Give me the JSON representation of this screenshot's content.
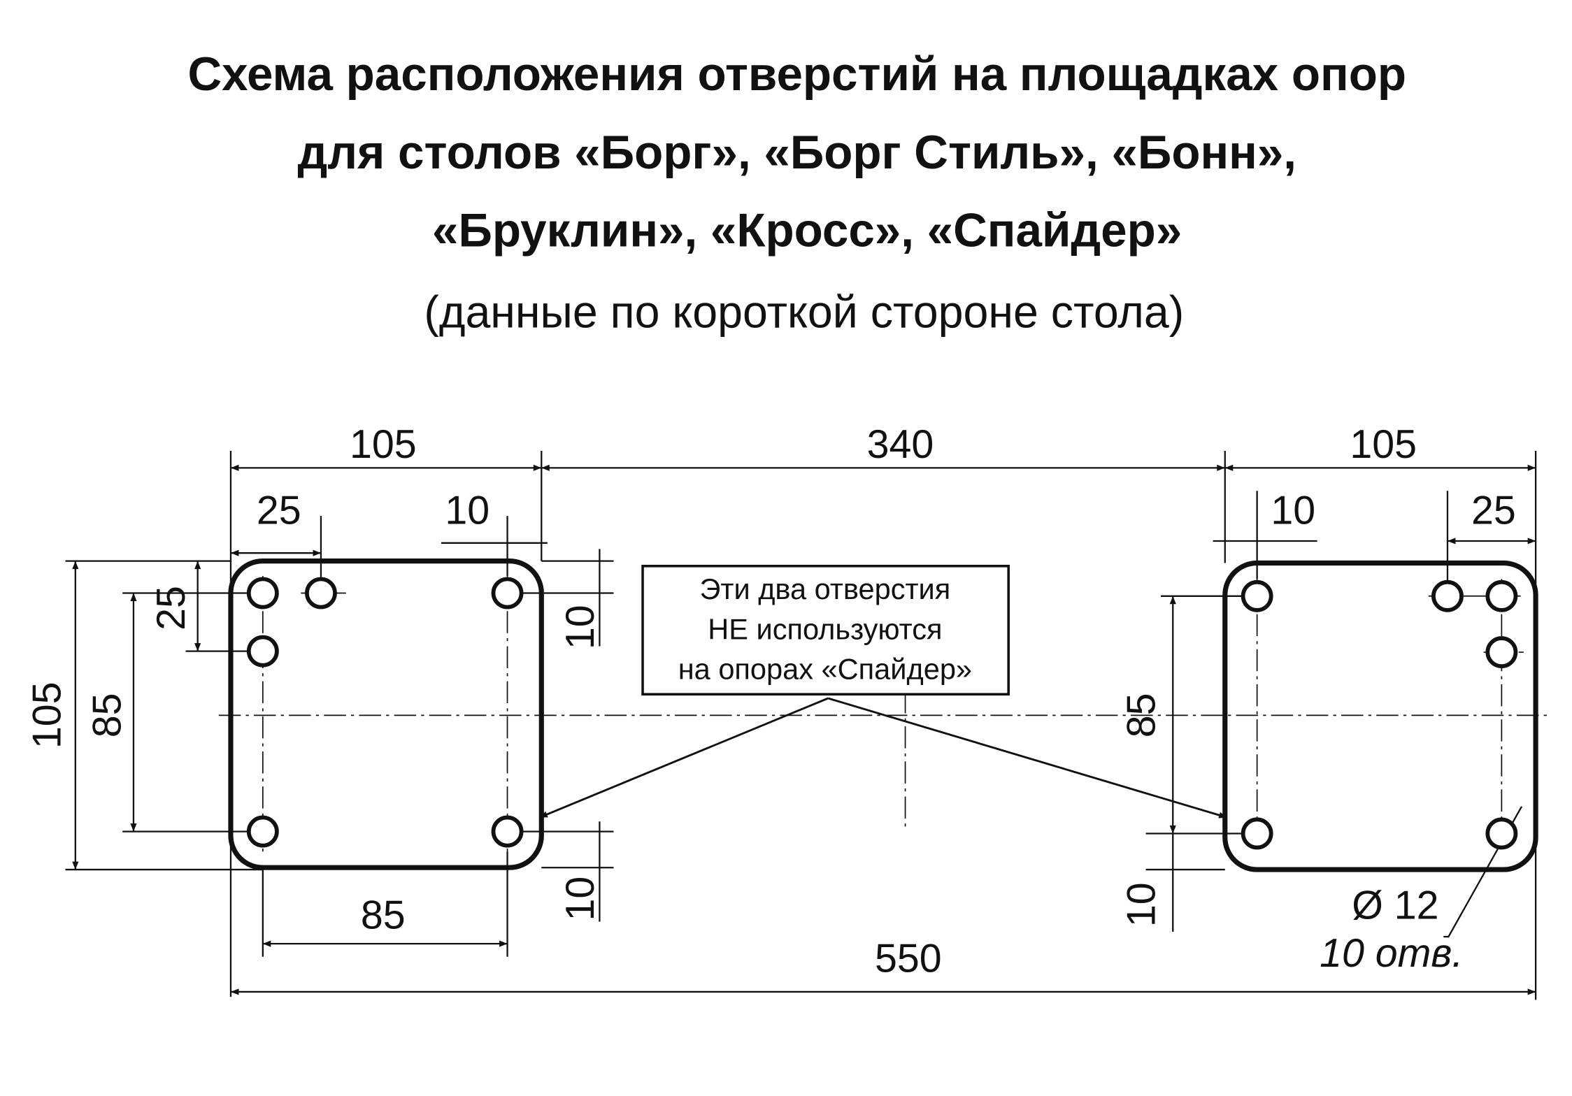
{
  "title": {
    "line1": "Схема расположения отверстий на площадках опор",
    "line2": "для столов «Борг», «Борг Стиль», «Бонн»,",
    "line3": "«Бруклин», «Кросс», «Спайдер»",
    "subtitle": "(данные по короткой стороне стола)"
  },
  "dimensions": {
    "left_plate_width": "105",
    "gap": "340",
    "right_plate_width": "105",
    "left_hole_offset_25": "25",
    "left_edge_10": "10",
    "right_edge_10": "10",
    "right_hole_offset_25": "25",
    "left_height_105": "105",
    "left_spacing_85": "85",
    "left_vertical_25": "25",
    "left_right_top_10": "10",
    "left_right_bottom_10": "10",
    "left_bottom_85": "85",
    "total_550": "550",
    "right_spacing_85": "85",
    "right_bottom_10": "10",
    "hole_diameter": "Ø 12",
    "hole_count": "10 отв."
  },
  "callout": {
    "line1": "Эти два отверстия",
    "line2": "НЕ используются",
    "line3": "на опорах «Спайдер»"
  }
}
